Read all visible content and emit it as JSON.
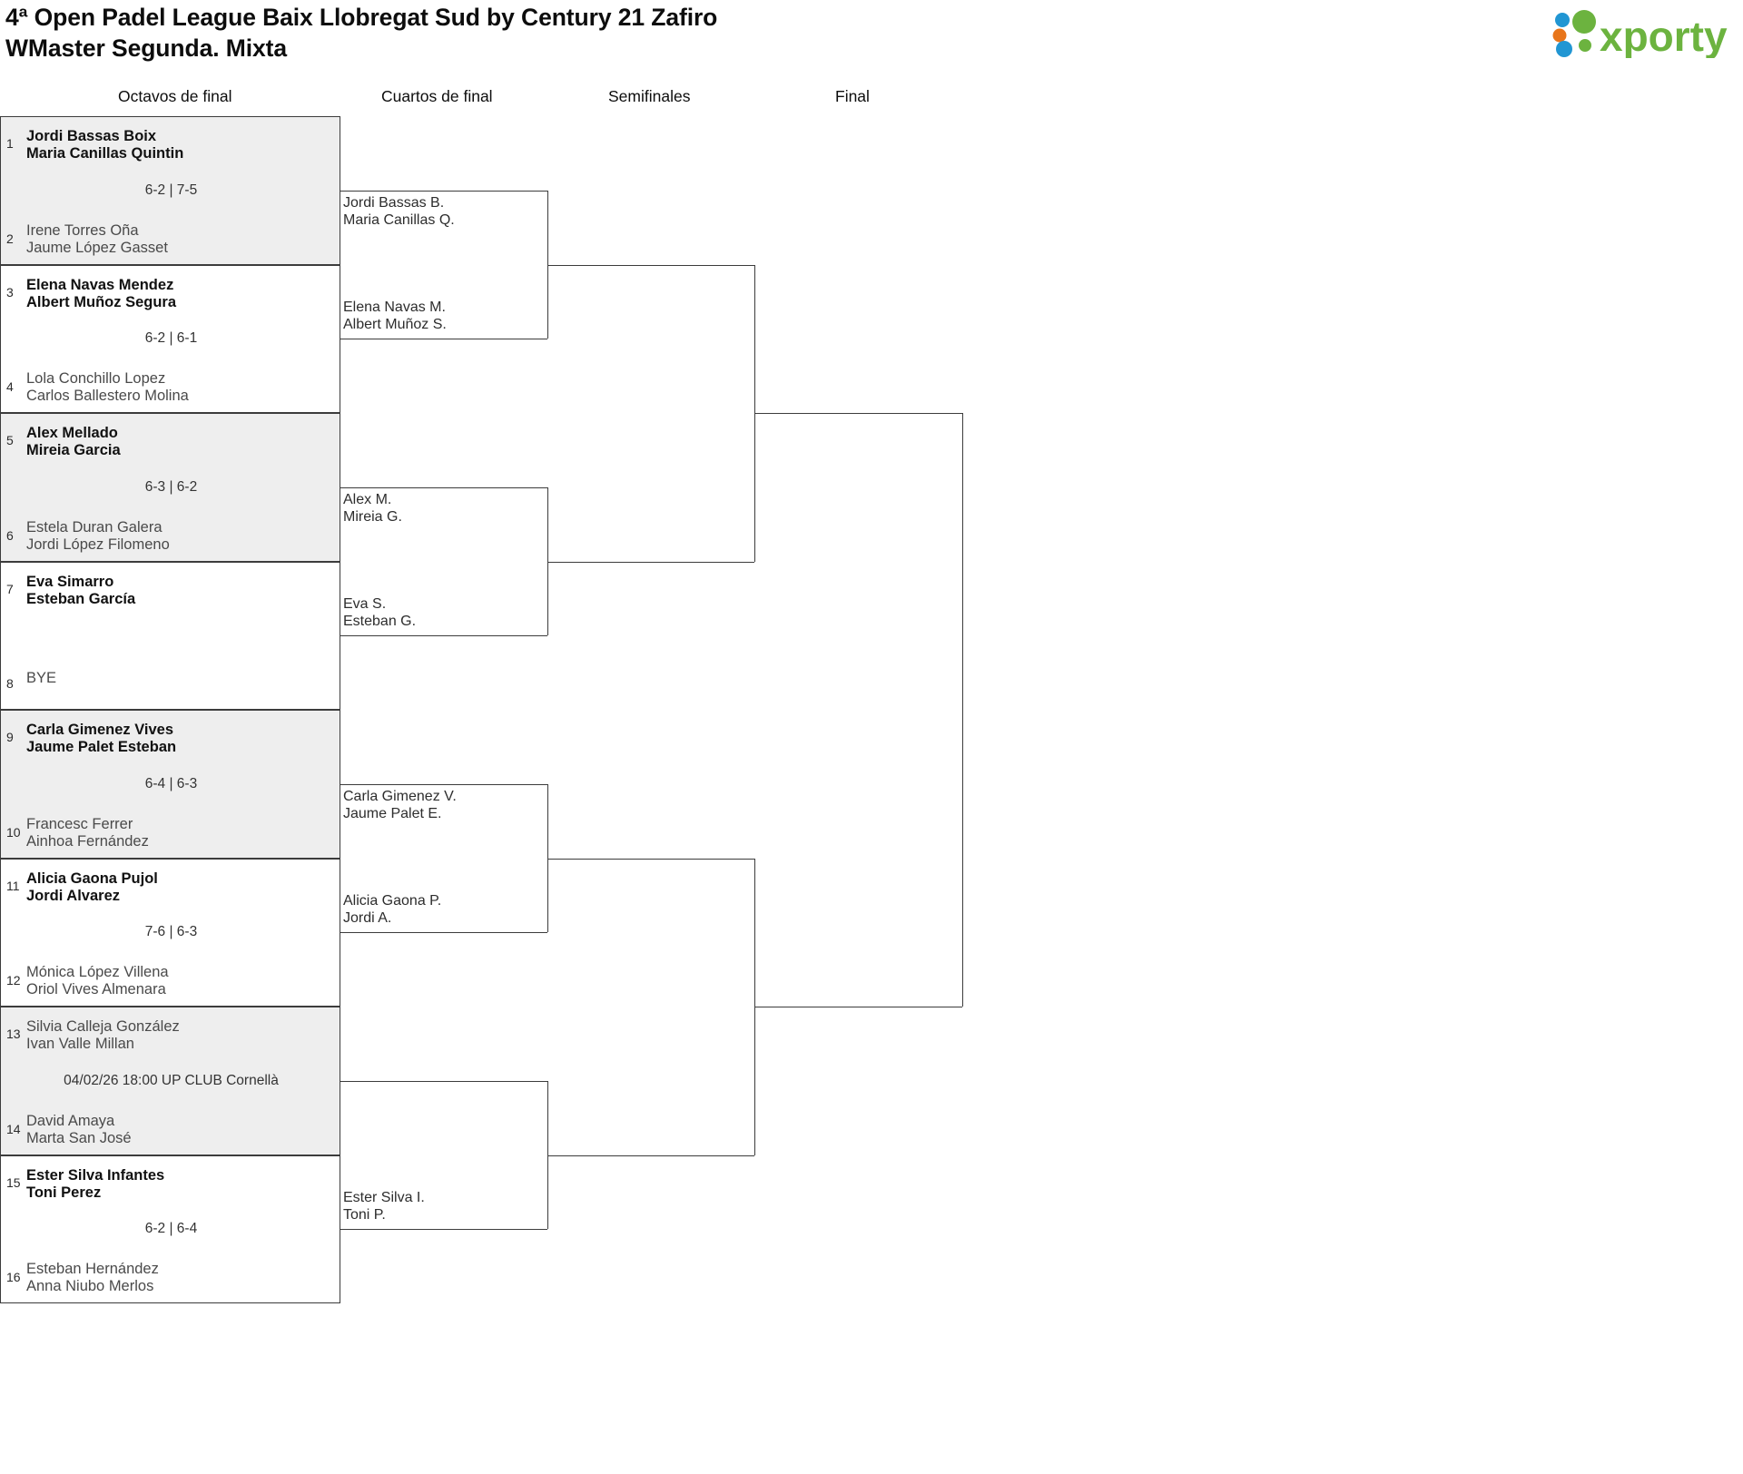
{
  "header": {
    "title_line1": "4ª Open Padel League Baix Llobregat Sud by Century 21 Zafiro",
    "title_line2": "WMaster Segunda. Mixta",
    "logo_text": "xporty",
    "logo_colors": {
      "green": "#6cb33f",
      "orange": "#e8751a",
      "blue": "#2196d3"
    }
  },
  "rounds": [
    {
      "label": "Octavos de final"
    },
    {
      "label": "Cuartos de final"
    },
    {
      "label": "Semifinales"
    },
    {
      "label": "Final"
    }
  ],
  "round1": [
    {
      "seed_top": "1",
      "seed_bottom": "2",
      "top_p1": "Jordi Bassas Boix",
      "top_p2": "Maria Canillas Quintin",
      "bottom_p1": "Irene Torres Oña",
      "bottom_p2": "Jaume López Gasset",
      "result": "6-2 | 7-5",
      "winner": "top",
      "shaded": true
    },
    {
      "seed_top": "3",
      "seed_bottom": "4",
      "top_p1": "Elena Navas Mendez",
      "top_p2": "Albert Muñoz Segura",
      "bottom_p1": "Lola Conchillo Lopez",
      "bottom_p2": "Carlos Ballestero Molina",
      "result": "6-2 | 6-1",
      "winner": "top",
      "shaded": false
    },
    {
      "seed_top": "5",
      "seed_bottom": "6",
      "top_p1": "Alex Mellado",
      "top_p2": "Mireia Garcia",
      "bottom_p1": "Estela Duran Galera",
      "bottom_p2": "Jordi López Filomeno",
      "result": "6-3 | 6-2",
      "winner": "top",
      "shaded": true
    },
    {
      "seed_top": "7",
      "seed_bottom": "8",
      "top_p1": "Eva Simarro",
      "top_p2": "Esteban García",
      "bottom_p1": "BYE",
      "bottom_p2": "",
      "result": "",
      "winner": "top",
      "shaded": false,
      "is_bye": true
    },
    {
      "seed_top": "9",
      "seed_bottom": "10",
      "top_p1": "Carla Gimenez Vives",
      "top_p2": "Jaume Palet Esteban",
      "bottom_p1": "Francesc Ferrer",
      "bottom_p2": "Ainhoa Fernández",
      "result": "6-4 | 6-3",
      "winner": "top",
      "shaded": true
    },
    {
      "seed_top": "11",
      "seed_bottom": "12",
      "top_p1": "Alicia Gaona Pujol",
      "top_p2": "Jordi Alvarez",
      "bottom_p1": "Mónica López Villena",
      "bottom_p2": "Oriol Vives Almenara",
      "result": "7-6 | 6-3",
      "winner": "top",
      "shaded": false
    },
    {
      "seed_top": "13",
      "seed_bottom": "14",
      "top_p1": "Silvia Calleja González",
      "top_p2": "Ivan Valle Millan",
      "bottom_p1": "David Amaya",
      "bottom_p2": "Marta San José",
      "result": "04/02/26 18:00 UP CLUB Cornellà",
      "winner": "none",
      "shaded": true,
      "scheduled": true
    },
    {
      "seed_top": "15",
      "seed_bottom": "16",
      "top_p1": "Ester Silva Infantes",
      "top_p2": "Toni Perez",
      "bottom_p1": "Esteban Hernández",
      "bottom_p2": "Anna Niubo Merlos",
      "result": "6-2 | 6-4",
      "winner": "top",
      "shaded": false
    }
  ],
  "round2": [
    {
      "p1": "Jordi Bassas B.",
      "p2": "Maria Canillas Q."
    },
    {
      "p1": "Elena Navas M.",
      "p2": "Albert Muñoz S."
    },
    {
      "p1": "Alex M.",
      "p2": "Mireia G."
    },
    {
      "p1": "Eva S.",
      "p2": "Esteban G."
    },
    {
      "p1": "Carla Gimenez V.",
      "p2": "Jaume Palet E."
    },
    {
      "p1": "Alicia Gaona P.",
      "p2": "Jordi A."
    },
    {
      "p1": "",
      "p2": ""
    },
    {
      "p1": "Ester Silva I.",
      "p2": "Toni P."
    }
  ],
  "round3": [
    {
      "p1": "",
      "p2": ""
    },
    {
      "p1": "",
      "p2": ""
    },
    {
      "p1": "",
      "p2": ""
    },
    {
      "p1": "",
      "p2": ""
    }
  ],
  "round4": [
    {
      "p1": "",
      "p2": ""
    },
    {
      "p1": "",
      "p2": ""
    }
  ]
}
